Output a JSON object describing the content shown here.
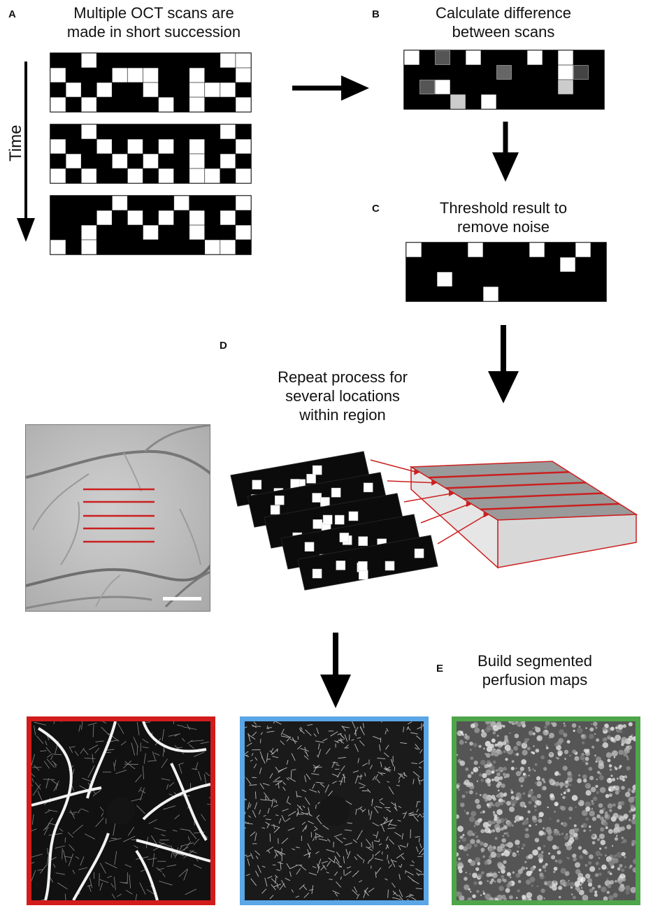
{
  "panels": {
    "a": {
      "letter": "A",
      "caption_line1": "Multiple OCT scans are",
      "caption_line2": "made in short succession",
      "time_label": "Time"
    },
    "b": {
      "letter": "B",
      "caption_line1": "Calculate difference",
      "caption_line2": "between scans"
    },
    "c": {
      "letter": "C",
      "caption_line1": "Threshold result to",
      "caption_line2": "remove noise"
    },
    "d": {
      "letter": "D",
      "caption_line1": "Repeat process for",
      "caption_line2": "several locations",
      "caption_line3": "within region"
    },
    "e": {
      "letter": "E",
      "caption_line1": "Build segmented",
      "caption_line2": "perfusion maps"
    }
  },
  "colors": {
    "scan_line": "#cc1f1f",
    "map_superficial_border": "#d21c1c",
    "map_deep_border": "#5aa6e6",
    "map_choriocapillaris_border": "#4ea54a",
    "grid_on": "#ffffff",
    "grid_off": "#000000"
  },
  "icons": [
    "arrow-right-icon",
    "arrow-down-icon",
    "time-arrow-icon"
  ]
}
